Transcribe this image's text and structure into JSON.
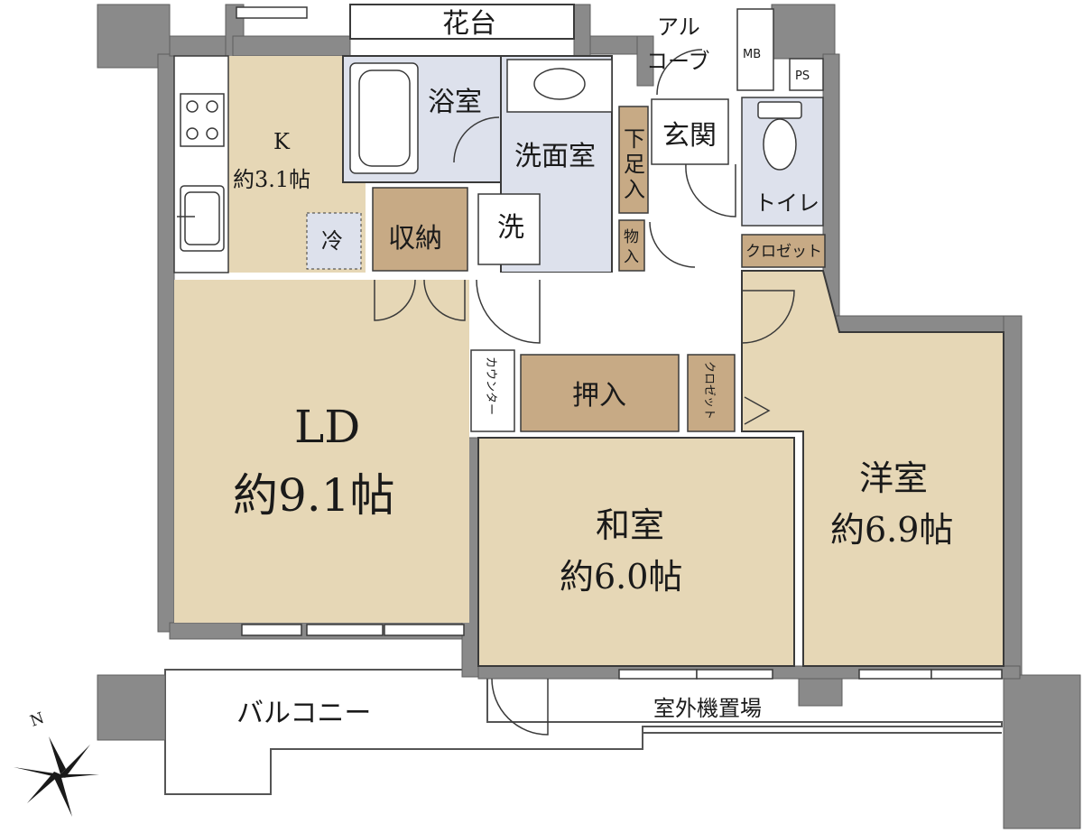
{
  "colors": {
    "wall": "#8a8a8a",
    "wall_edge": "#5e5e5e",
    "living_floor": "#e6d7b6",
    "storage_floor": "#c7aa85",
    "wet_floor": "#dde1ec",
    "outdoor": "#ffffff",
    "line": "#3a3a3a"
  },
  "rooms": {
    "kitchen": {
      "name": "K",
      "size": "約3.1帖"
    },
    "fridge": "冷",
    "storage": "収納",
    "bath": "浴室",
    "washroom": "洗面室",
    "washer": "洗",
    "entrance": "玄関",
    "shoe_box": [
      "下",
      "足",
      "入"
    ],
    "closet_small": [
      "物",
      "入"
    ],
    "toilet": "トイレ",
    "closet_toilet": "クロゼット",
    "flower_stand": "花台",
    "alcove": [
      "アル",
      "コーブ"
    ],
    "mb": "MB",
    "ps": "PS",
    "ld": {
      "name": "LD",
      "size": "約9.1帖"
    },
    "counter": "カウンター",
    "oshiire": "押入",
    "closet_vertical": "クロゼット",
    "washitsu": {
      "name": "和室",
      "size": "約6.0帖"
    },
    "youshitsu": {
      "name": "洋室",
      "size": "約6.9帖"
    },
    "balcony": "バルコニー",
    "ac_unit_area": "室外機置場"
  },
  "compass": {
    "label": "N"
  }
}
